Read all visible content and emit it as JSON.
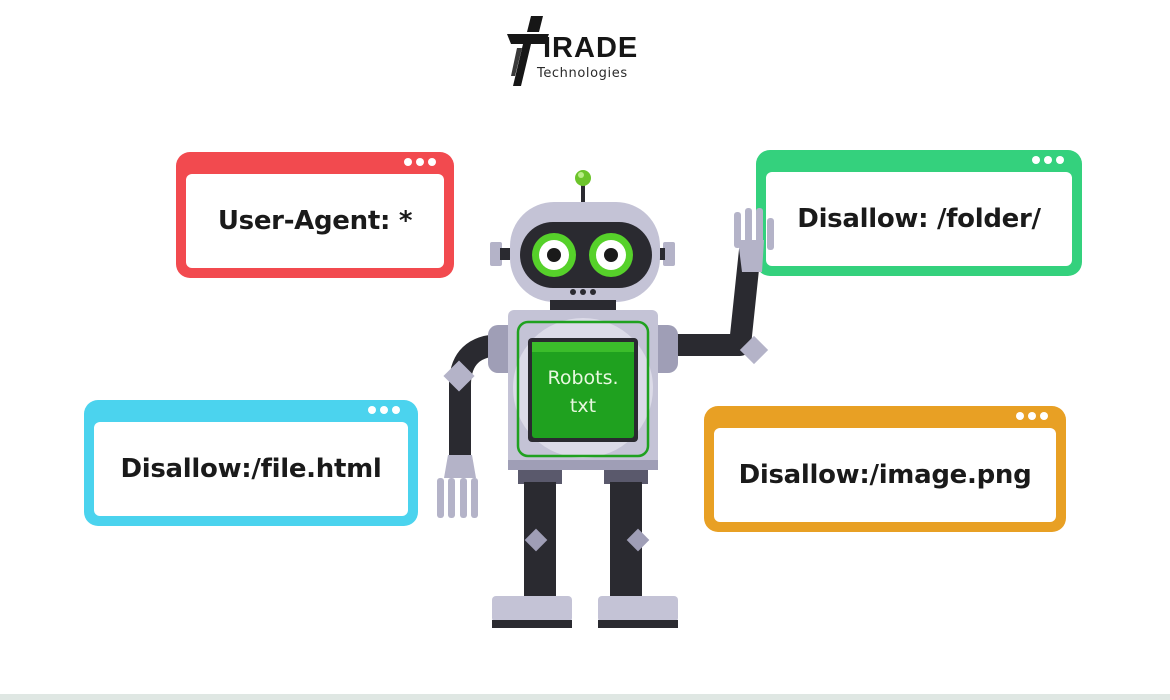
{
  "logo": {
    "word": "IRADE",
    "subtitle": "Technologies",
    "mark_color": "#161616"
  },
  "boxes": [
    {
      "id": "user-agent",
      "label": "User-Agent: *",
      "color": "#f24a4f"
    },
    {
      "id": "disallow-folder",
      "label": "Disallow: /folder/",
      "color": "#34d17d"
    },
    {
      "id": "disallow-file",
      "label": "Disallow:/file.html",
      "color": "#4bd3ee"
    },
    {
      "id": "disallow-image",
      "label": "Disallow:/image.png",
      "color": "#e8a024"
    }
  ],
  "robot": {
    "screen_line1": "Robots.",
    "screen_line2": "txt",
    "screen_color": "#1fa11f",
    "eye_color": "#56d12a",
    "body_color": "#c4c3d6",
    "limb_color": "#2a2a30"
  }
}
